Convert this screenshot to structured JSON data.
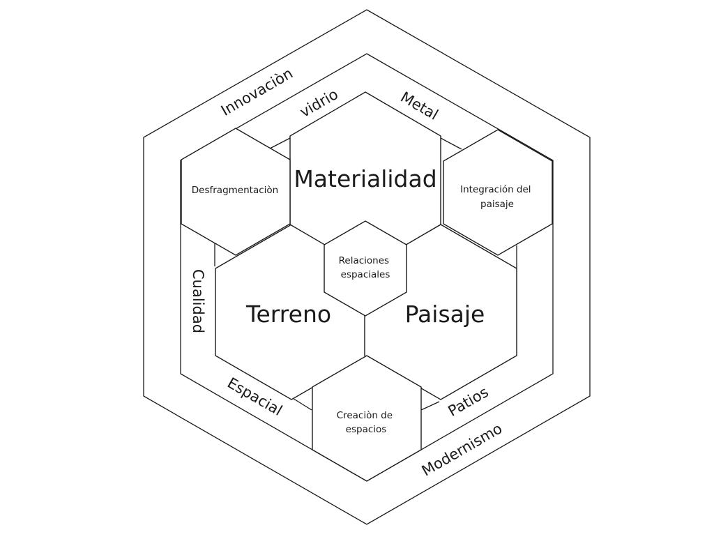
{
  "center_hexagons": {
    "materialidad": "Materialidad",
    "terreno": "Terreno",
    "paisaje": "Paisaje"
  },
  "small_hexagons": {
    "relaciones": [
      "Relaciones",
      "espaciales"
    ],
    "desfragmentacion": [
      "Desfragmentaciòn"
    ],
    "integracion": [
      "Integración del",
      "paisaje"
    ],
    "creacion": [
      "Creaciòn de",
      "espacios"
    ]
  },
  "middle_ring": {
    "vidrio": "vidrio",
    "metal": "Metal",
    "cualidad": "Cualidad",
    "espacial": "Espacial",
    "patios": "Patios"
  },
  "outer_ring": {
    "innovacion": "Innovaciòn",
    "modernismo": "Modernismo"
  }
}
